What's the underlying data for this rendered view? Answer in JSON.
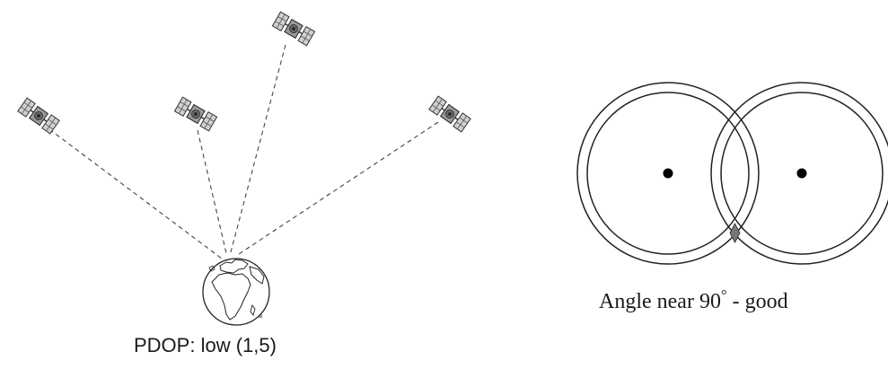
{
  "left_panel": {
    "caption": "PDOP: low (1,5)",
    "satellite_count": 4,
    "receiver_icon": "globe-icon",
    "satellite_icon": "satellite-icon"
  },
  "right_panel": {
    "caption_text": "Angle near 90",
    "caption_degree": "°",
    "caption_suffix": " - good",
    "circle_count": 2,
    "intersection_marker": "diamond"
  }
}
